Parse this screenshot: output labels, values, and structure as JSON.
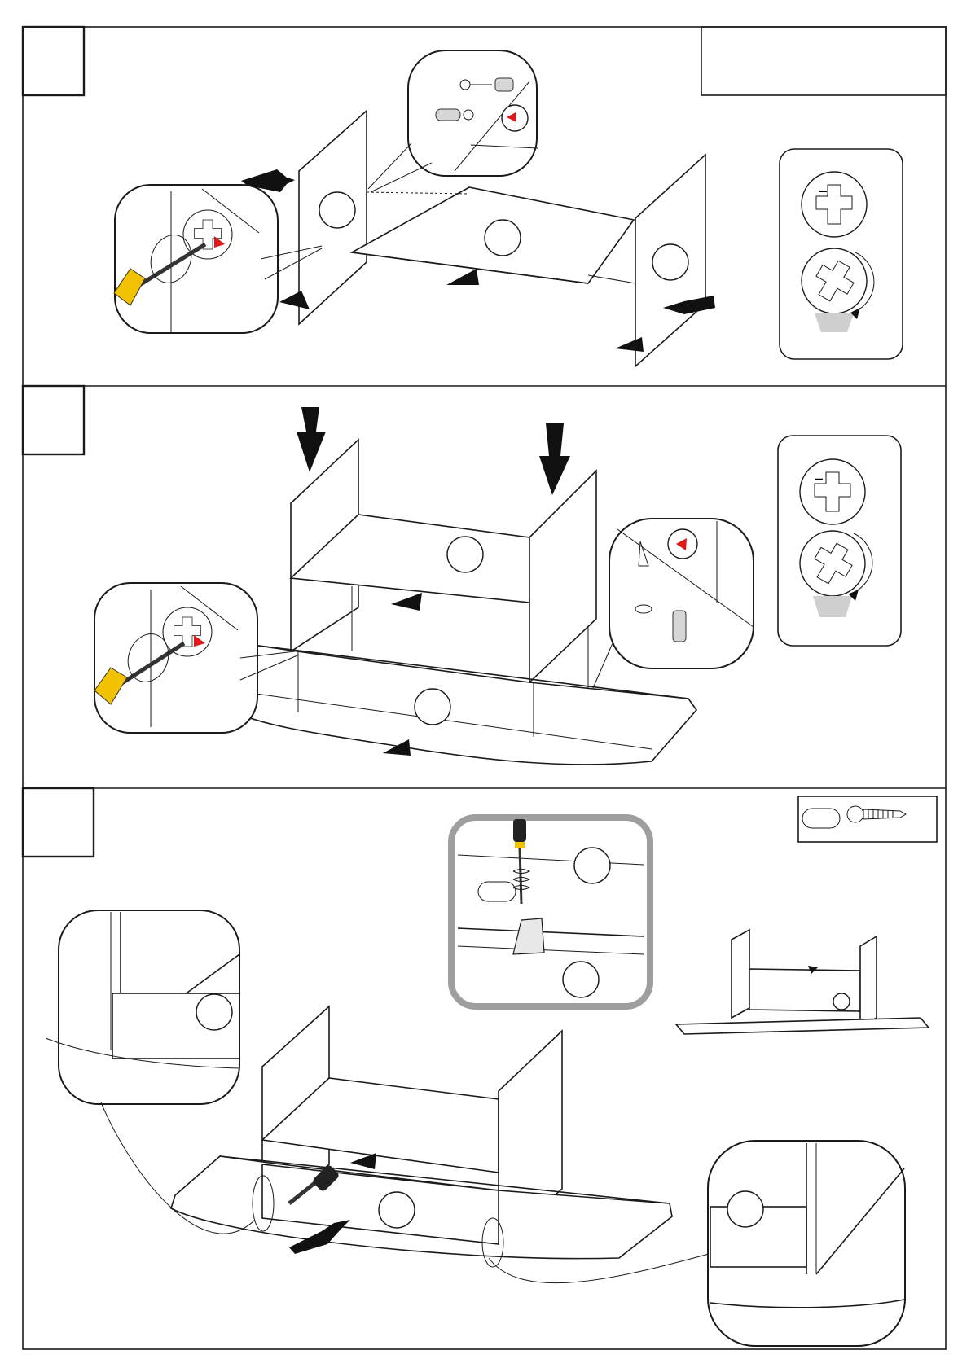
{
  "document": {
    "steps": [
      {
        "number": "",
        "number_box": "step-1"
      },
      {
        "number": "",
        "number_box": "step-2"
      },
      {
        "number": "",
        "number_box": "step-3"
      }
    ],
    "step1": {
      "parts_box_label": "",
      "part_labels": [
        "",
        "",
        ""
      ],
      "cam_lock_detail": {
        "minus_symbol": "–",
        "plus_symbol": "+"
      }
    },
    "step2": {
      "part_labels": [
        "",
        ""
      ],
      "cam_lock_detail": {
        "minus_symbol": "–",
        "plus_symbol": "+"
      }
    },
    "step3": {
      "hardware_box": {
        "qty_label": "",
        "hardware_icon": "screw-icon"
      },
      "detail_labels": [
        "",
        "",
        "",
        "",
        ""
      ],
      "tool_icon": "screwdriver-icon"
    }
  },
  "colors": {
    "line": "#1a1a1a",
    "screwdriver_handle": "#f2c200",
    "cam_marker": "#e01818",
    "dowel": "#d6d6d6",
    "detail_frame": "#9e9e9e"
  }
}
